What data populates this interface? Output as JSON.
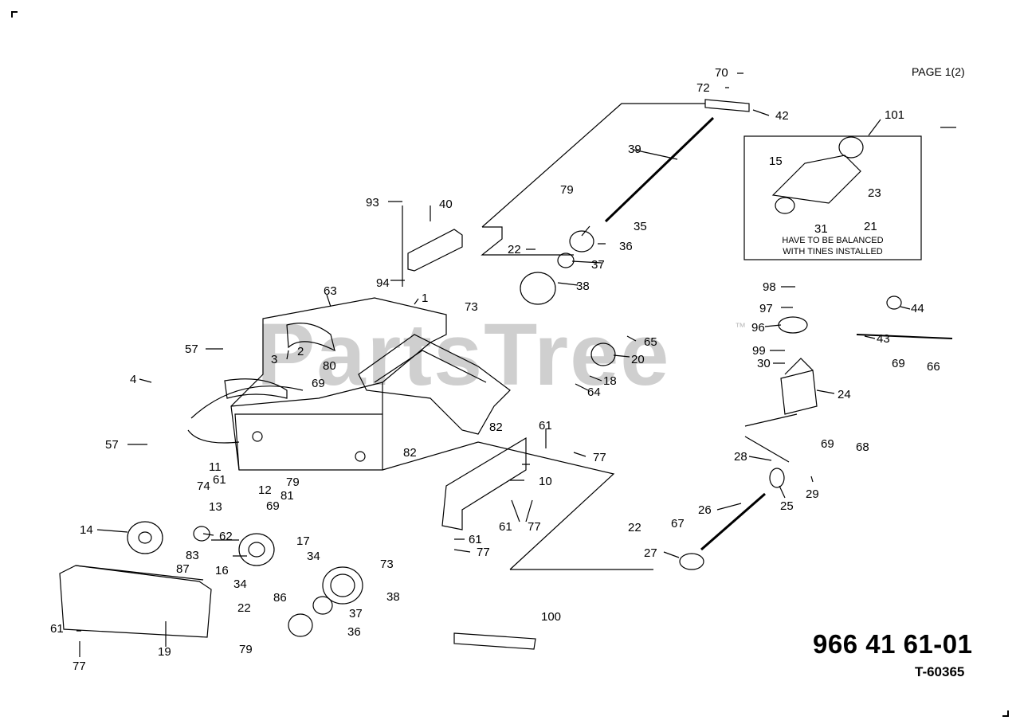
{
  "page_label": "PAGE  1(2)",
  "part_number": "966 41 61-01",
  "reference_number": "T-60365",
  "watermark": "PartsTree",
  "trademark": "™",
  "kit_note": [
    "HAVE TO BE BALANCED",
    "WITH TINES INSTALLED"
  ],
  "callouts": [
    "1",
    "2",
    "3",
    "4",
    "10",
    "11",
    "12",
    "13",
    "14",
    "15",
    "16",
    "17",
    "18",
    "19",
    "20",
    "21",
    "22",
    "23",
    "24",
    "25",
    "26",
    "27",
    "28",
    "29",
    "30",
    "31",
    "34",
    "35",
    "36",
    "37",
    "38",
    "39",
    "40",
    "42",
    "43",
    "44",
    "57",
    "61",
    "62",
    "63",
    "64",
    "65",
    "66",
    "67",
    "68",
    "69",
    "70",
    "72",
    "73",
    "74",
    "77",
    "79",
    "80",
    "81",
    "82",
    "83",
    "86",
    "87",
    "93",
    "94",
    "96",
    "97",
    "98",
    "99",
    "100",
    "101"
  ]
}
